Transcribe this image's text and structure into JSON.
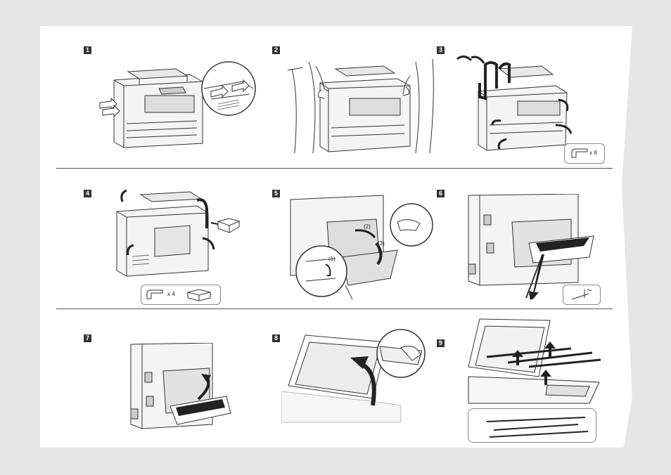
{
  "steps": {
    "s1": "1",
    "s2": "2",
    "s3": "3",
    "s4": "4",
    "s5": "5",
    "s6": "6",
    "s7": "7",
    "s8": "8",
    "s9": "9"
  },
  "quantities": {
    "tape_step3": "x 8",
    "tape_step4": "x 4"
  },
  "callouts": {
    "c1": "(1)",
    "c2": "(2)",
    "c3": "(3)"
  },
  "icons": {
    "printer": "printer-icon",
    "arrow": "arrow-icon",
    "tape": "tape-icon",
    "box": "packing-block-icon",
    "hand": "hand-icon",
    "magnifier": "zoom-circle-icon"
  },
  "colors": {
    "background": "#e6e6e6",
    "sheet": "#ffffff",
    "ink": "#333333",
    "step_badge": "#333333"
  }
}
